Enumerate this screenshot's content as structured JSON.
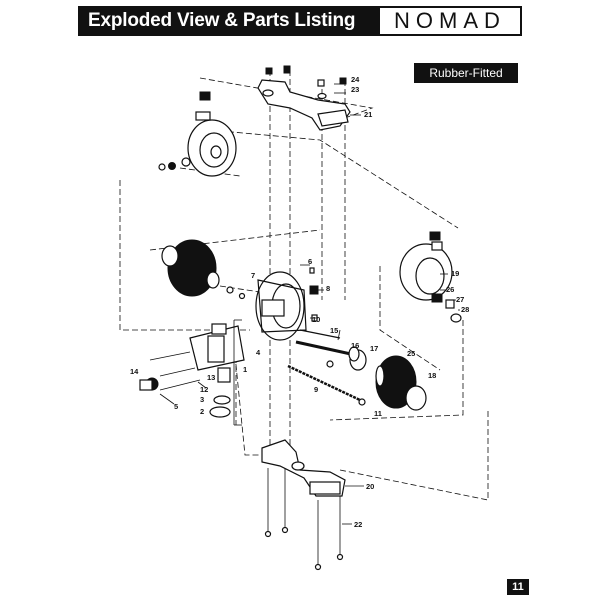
{
  "header": {
    "title": "Exploded View & Parts Listing",
    "brand": "NOMAD",
    "variant_label": "Rubber-Fitted"
  },
  "page_number": "11",
  "callouts": {
    "c1": "1",
    "c2": "2",
    "c3": "3",
    "c4": "4",
    "c5": "5",
    "c6": "6",
    "c7": "7",
    "c8": "8",
    "c9": "9",
    "c10": "10",
    "c11": "11",
    "c12": "12",
    "c13": "13",
    "c14": "14",
    "c15": "15",
    "c16": "16",
    "c17": "17",
    "c18": "18",
    "c19": "19",
    "c20": "20",
    "c21": "21",
    "c22": "22",
    "c23": "23",
    "c24": "24",
    "c25": "25",
    "c26": "26",
    "c27": "27",
    "c28": "28"
  }
}
